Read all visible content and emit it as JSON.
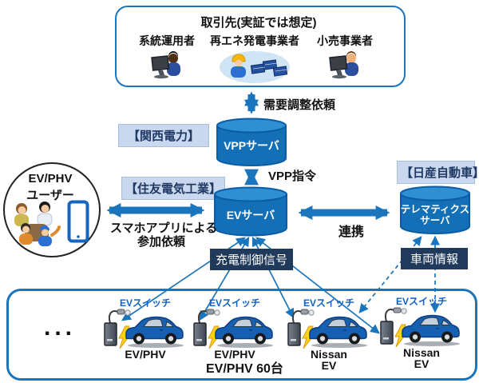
{
  "diagram": {
    "top_box": {
      "title": "取引先(実証では想定)",
      "entities": [
        {
          "label": "系統運用者",
          "icon": "operator-at-desk-icon"
        },
        {
          "label": "再エネ発電事業者",
          "icon": "renewable-worker-icon"
        },
        {
          "label": "小売事業者",
          "icon": "retailer-at-desk-icon"
        }
      ]
    },
    "org_labels": {
      "kansai": "【関西電力】",
      "sumitomo": "【住友電気工業】",
      "nissan": "【日産自動車】"
    },
    "servers": {
      "vpp": "VPPサーバ",
      "ev": "EVサーバ",
      "telematics_line1": "テレマティクス",
      "telematics_line2": "サーバ"
    },
    "flow_labels": {
      "demand_adjust": "需要調整依頼",
      "vpp_command": "VPP指令",
      "app_line1": "スマホアプリによる",
      "app_line2": "参加依頼",
      "link": "連携",
      "charge_control": "充電制御信号",
      "vehicle_info": "車両情報"
    },
    "user_circle": {
      "line1": "EV/PHV",
      "line2": "ユーザー"
    },
    "fleet_box": {
      "ellipsis": "...",
      "ev_switch_label": "EVスイッチ",
      "cars": [
        {
          "label": "EV/PHV"
        },
        {
          "label": "EV/PHV"
        },
        {
          "label": "Nissan EV"
        },
        {
          "label": "Nissan EV"
        }
      ],
      "count_label": "EV/PHV 60台"
    }
  },
  "colors": {
    "accent_blue": "#1b75bc",
    "dark_navy": "#203a5c",
    "org_label_bg": "#c9d8ee",
    "server_body_blue": "#1470b6",
    "server_top_blue": "#2e8fd2",
    "car_blue": "#1660b3",
    "bolt_yellow": "#ffd21e",
    "ev_switch_text": "#1060c8"
  }
}
